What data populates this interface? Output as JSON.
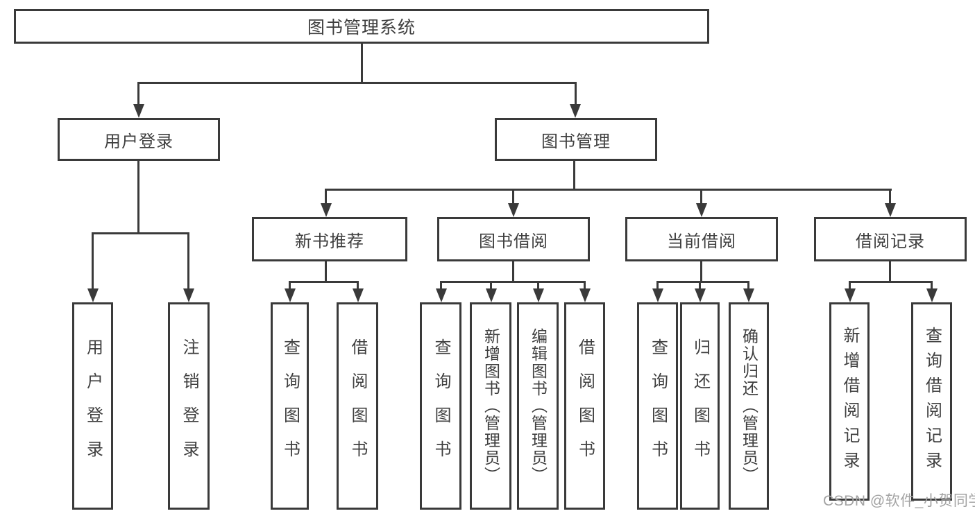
{
  "diagram": {
    "title": "图书管理系统",
    "branches": [
      {
        "label": "用户登录",
        "leaves": [
          "用户登录",
          "注销登录"
        ]
      },
      {
        "label": "图书管理",
        "modules": [
          {
            "label": "新书推荐",
            "leaves": [
              "查询图书",
              "借阅图书"
            ]
          },
          {
            "label": "图书借阅",
            "leaves": [
              "查询图书",
              "新增图书（管理员）",
              "编辑图书（管理员）",
              "借阅图书"
            ]
          },
          {
            "label": "当前借阅",
            "leaves": [
              "查询图书",
              "归还图书",
              "确认归还（管理员）"
            ]
          },
          {
            "label": "借阅记录",
            "leaves": [
              "新增借阅记录",
              "查询借阅记录"
            ]
          }
        ]
      }
    ]
  },
  "watermark": "CSDN @软件_小贺同学",
  "colors": {
    "line": "#3a3a3a",
    "text": "#3f3f3f",
    "watermark": "#a3a3a3"
  }
}
